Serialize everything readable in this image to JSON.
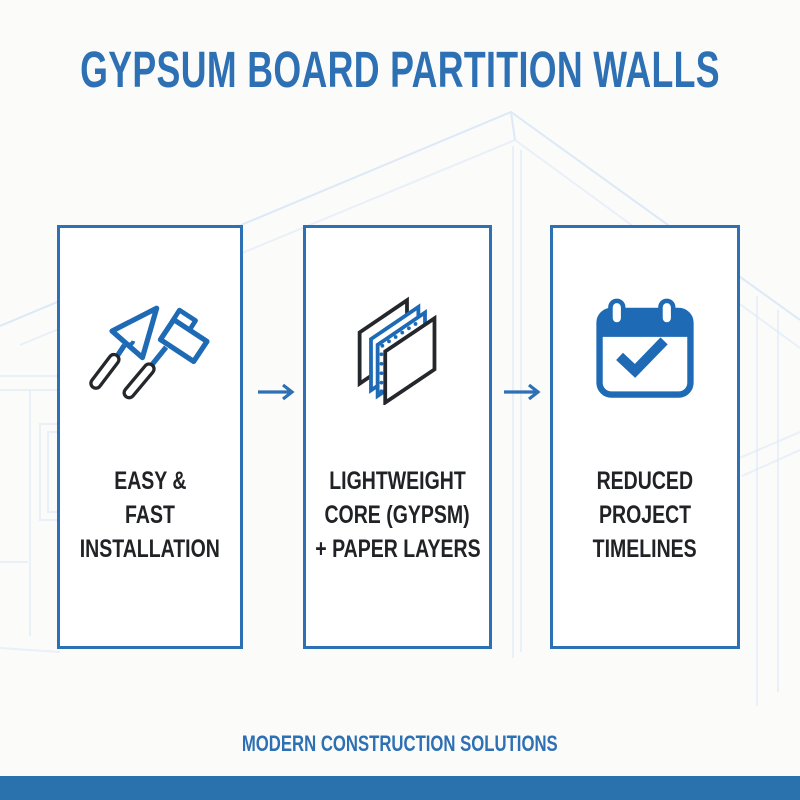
{
  "title": "GYPSUM BOARD PARTITION WALLS",
  "cards": [
    {
      "name": "easy-fast-installation",
      "icon": "trowel-hammer-icon",
      "lines": [
        "EASY &",
        "FAST",
        "INSTALLATION"
      ]
    },
    {
      "name": "lightweight-core-paper-layers",
      "icon": "gypsum-board-layers-icon",
      "lines": [
        "LIGHTWEIGHT",
        "CORE (GYPSM)",
        "+ PAPER LAYERS"
      ]
    },
    {
      "name": "reduced-project-timelines",
      "icon": "calendar-check-icon",
      "lines": [
        "REDUCED",
        "PROJECT",
        "TIMELINES"
      ]
    }
  ],
  "arrows": [
    {
      "glyph": "→"
    },
    {
      "glyph": "→"
    }
  ],
  "footer": {
    "text": "MODERN CONSTRUCTION SOLUTIONS"
  },
  "colors": {
    "brand_blue": "#2d70b3",
    "icon_blue": "#1e6ab5",
    "icon_dark": "#24272b",
    "text_dark": "#202225",
    "card_border": "#2d70b3",
    "watermark_blue": "#dde9f6",
    "bottom_bar": "#2a72ad",
    "background": "#fbfbfa"
  }
}
